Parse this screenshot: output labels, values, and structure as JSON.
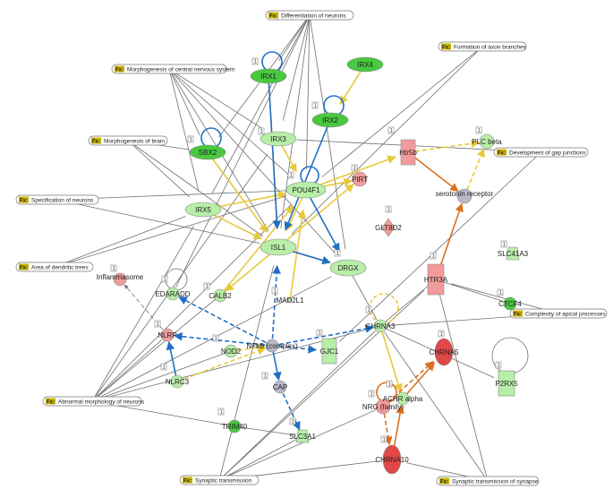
{
  "colors": {
    "gray_edge": "#6f6f6f",
    "yellow_edge": "#e8c93a",
    "blue_edge": "#1f6fc5",
    "orange_edge": "#d9701e",
    "node_green_light": "#b7eea8",
    "node_green": "#48c93f",
    "node_pink": "#f29b9b",
    "node_red": "#e04848",
    "node_gray": "#b9b9c9",
    "fx_tag": "#c8b400"
  },
  "badge_text": "1",
  "fx_prefix": "Fx:",
  "functions": [
    {
      "id": "f_diff",
      "label": "Differentiation of neurons"
    },
    {
      "id": "f_morph_cns",
      "label": "Morphogenesis of central nervous system"
    },
    {
      "id": "f_axon",
      "label": "Formation of axon branches"
    },
    {
      "id": "f_morph_brain",
      "label": "Morphogenesis of brain"
    },
    {
      "id": "f_gap",
      "label": "Development of gap junctions"
    },
    {
      "id": "f_spec",
      "label": "Specification of neurons"
    },
    {
      "id": "f_dendritic",
      "label": "Area of dendritic trees"
    },
    {
      "id": "f_apical",
      "label": "Complexity of apical processes"
    },
    {
      "id": "f_abnormal",
      "label": "Abnormal morphology of neurons"
    },
    {
      "id": "f_syn",
      "label": "Synaptic transmission"
    },
    {
      "id": "f_syn_synapse",
      "label": "Synaptic transmission of synapse"
    }
  ],
  "molecules": [
    {
      "id": "IRX1",
      "label": "IRX1",
      "shape": "ellipse",
      "color": "node_green"
    },
    {
      "id": "IRX4",
      "label": "IRX4",
      "shape": "ellipse",
      "color": "node_green"
    },
    {
      "id": "IRX2",
      "label": "IRX2",
      "shape": "ellipse",
      "color": "node_green"
    },
    {
      "id": "IRX3",
      "label": "IRX3",
      "shape": "ellipse",
      "color": "node_green_light"
    },
    {
      "id": "SBX2",
      "label": "SBX2",
      "shape": "ellipse",
      "color": "node_green"
    },
    {
      "id": "POU4F1",
      "label": "POU4F1",
      "shape": "ellipse",
      "color": "node_green_light"
    },
    {
      "id": "PIRT",
      "label": "PIRT",
      "shape": "circle",
      "color": "node_pink"
    },
    {
      "id": "Htr5b",
      "label": "Htr5b",
      "shape": "rect",
      "color": "node_pink"
    },
    {
      "id": "PLCbeta",
      "label": "PLC beta",
      "shape": "circle",
      "color": "node_green_light"
    },
    {
      "id": "serotonin",
      "label": "serotonin receptor",
      "shape": "circle",
      "color": "node_gray"
    },
    {
      "id": "IRX5",
      "label": "IRX5",
      "shape": "ellipse",
      "color": "node_green_light"
    },
    {
      "id": "ISL1",
      "label": "ISL1",
      "shape": "ellipse",
      "color": "node_green_light"
    },
    {
      "id": "GLT8D2",
      "label": "GLT8D2",
      "shape": "diamond",
      "color": "node_pink"
    },
    {
      "id": "DRGX",
      "label": "DRGX",
      "shape": "ellipse",
      "color": "node_green_light"
    },
    {
      "id": "SLC41A3",
      "label": "SLC41A3",
      "shape": "trapezoid",
      "color": "node_green_light"
    },
    {
      "id": "Inflammasome",
      "label": "Inflammasome",
      "shape": "circle",
      "color": "node_pink"
    },
    {
      "id": "EDARADD",
      "label": "EDARADD",
      "shape": "circle",
      "color": "node_green_light"
    },
    {
      "id": "CALB2",
      "label": "CALB2",
      "shape": "circle",
      "color": "node_green_light"
    },
    {
      "id": "MAD2L1",
      "label": "MAD2L1",
      "shape": "circle",
      "color": "node_green_light"
    },
    {
      "id": "HTR3A",
      "label": "HTR3A",
      "shape": "rect",
      "color": "node_pink"
    },
    {
      "id": "CTCF4",
      "label": "CTCF4",
      "shape": "circle",
      "color": "node_green"
    },
    {
      "id": "CHRNA3",
      "label": "CHRNA3",
      "shape": "circle",
      "color": "node_green_light"
    },
    {
      "id": "NLRP",
      "label": "NLRP",
      "shape": "circle",
      "color": "node_pink"
    },
    {
      "id": "NFkB",
      "label": "NFkB (complex)",
      "shape": "circle",
      "color": "node_gray"
    },
    {
      "id": "GJC1",
      "label": "GJC1",
      "shape": "rect",
      "color": "node_green_light"
    },
    {
      "id": "NOD2",
      "label": "NOD2",
      "shape": "circle",
      "color": "node_green_light"
    },
    {
      "id": "CHRNA5",
      "label": "CHRNA5",
      "shape": "ellipse-v",
      "color": "node_red"
    },
    {
      "id": "NLRC3",
      "label": "NLRC3",
      "shape": "circle",
      "color": "node_green_light"
    },
    {
      "id": "CAP",
      "label": "CAP",
      "shape": "circle",
      "color": "node_gray"
    },
    {
      "id": "P2RX5",
      "label": "P2RX5",
      "shape": "rect",
      "color": "node_green_light"
    },
    {
      "id": "NRG",
      "label": "NRG (family)",
      "shape": "circle",
      "color": "node_pink"
    },
    {
      "id": "ACHR",
      "label": "ACHR alpha",
      "shape": "circle",
      "color": "node_green_light"
    },
    {
      "id": "TRIM40",
      "label": "TRIM40",
      "shape": "circle",
      "color": "node_green"
    },
    {
      "id": "SLC3A1",
      "label": "SLC3A1",
      "shape": "trapezoid",
      "color": "node_green_light"
    },
    {
      "id": "CHRNA10",
      "label": "CHRNA10",
      "shape": "ellipse-v",
      "color": "node_red"
    }
  ],
  "edges": [
    [
      "f_diff",
      "IRX1",
      "gray_edge",
      0
    ],
    [
      "f_diff",
      "IRX3",
      "gray_edge",
      0
    ],
    [
      "f_diff",
      "ISL1",
      "gray_edge",
      0
    ],
    [
      "f_diff",
      "POU4F1",
      "gray_edge",
      0
    ],
    [
      "f_diff",
      "DRGX",
      "gray_edge",
      0
    ],
    [
      "f_diff",
      "IRX5",
      "gray_edge",
      0
    ],
    [
      "f_diff",
      "SBX2",
      "gray_edge",
      0
    ],
    [
      "f_diff",
      "EDARADD",
      "gray_edge",
      0
    ],
    [
      "f_morph_cns",
      "IRX3",
      "gray_edge",
      0
    ],
    [
      "f_morph_cns",
      "IRX5",
      "gray_edge",
      0
    ],
    [
      "f_morph_cns",
      "ISL1",
      "gray_edge",
      0
    ],
    [
      "f_morph_cns",
      "POU4F1",
      "gray_edge",
      0
    ],
    [
      "f_morph_cns",
      "SBX2",
      "gray_edge",
      0
    ],
    [
      "f_morph_cns",
      "DRGX",
      "gray_edge",
      0
    ],
    [
      "f_axon",
      "POU4F1",
      "gray_edge",
      0
    ],
    [
      "f_axon",
      "ISL1",
      "gray_edge",
      0
    ],
    [
      "f_morph_brain",
      "IRX5",
      "gray_edge",
      0
    ],
    [
      "f_morph_brain",
      "SBX2",
      "gray_edge",
      0
    ],
    [
      "f_morph_brain",
      "ISL1",
      "gray_edge",
      0
    ],
    [
      "f_gap",
      "IRX3",
      "gray_edge",
      0
    ],
    [
      "f_gap",
      "GJC1",
      "gray_edge",
      0
    ],
    [
      "f_spec",
      "POU4F1",
      "gray_edge",
      0
    ],
    [
      "f_spec",
      "ISL1",
      "gray_edge",
      0
    ],
    [
      "f_dendritic",
      "IRX5",
      "gray_edge",
      0
    ],
    [
      "f_dendritic",
      "POU4F1",
      "gray_edge",
      0
    ],
    [
      "f_apical",
      "HTR3A",
      "gray_edge",
      0
    ],
    [
      "f_apical",
      "CHRNA3",
      "gray_edge",
      0
    ],
    [
      "f_abnormal",
      "IRX3",
      "gray_edge",
      0
    ],
    [
      "f_abnormal",
      "POU4F1",
      "gray_edge",
      0
    ],
    [
      "f_abnormal",
      "ISL1",
      "gray_edge",
      0
    ],
    [
      "f_abnormal",
      "DRGX",
      "gray_edge",
      0
    ],
    [
      "f_abnormal",
      "NLRP",
      "gray_edge",
      0
    ],
    [
      "f_abnormal",
      "NOD2",
      "gray_edge",
      0
    ],
    [
      "f_abnormal",
      "TRIM40",
      "gray_edge",
      0
    ],
    [
      "f_abnormal",
      "IRX5",
      "gray_edge",
      0
    ],
    [
      "f_abnormal",
      "CHRNA3",
      "gray_edge",
      0
    ],
    [
      "f_syn",
      "HTR3A",
      "gray_edge",
      0
    ],
    [
      "f_syn",
      "CHRNA3",
      "gray_edge",
      0
    ],
    [
      "f_syn",
      "ISL1",
      "gray_edge",
      0
    ],
    [
      "f_syn",
      "SLC3A1",
      "gray_edge",
      0
    ],
    [
      "f_syn",
      "CHRNA10",
      "gray_edge",
      0
    ],
    [
      "f_syn",
      "NRG",
      "gray_edge",
      0
    ],
    [
      "f_syn_synapse",
      "CHRNA10",
      "gray_edge",
      0
    ],
    [
      "f_syn_synapse",
      "CHRNA3",
      "gray_edge",
      0
    ],
    [
      "f_syn_synapse",
      "HTR3A",
      "gray_edge",
      0
    ],
    [
      "DRGX",
      "CHRNA3",
      "gray_edge",
      0
    ],
    [
      "HTR3A",
      "CTCF4",
      "gray_edge",
      0
    ],
    [
      "HTR3A",
      "CHRNA3",
      "gray_edge",
      0
    ],
    [
      "CHRNA3",
      "P2RX5",
      "gray_edge",
      0
    ],
    [
      "TRIM40",
      "SLC3A1",
      "gray_edge",
      0
    ],
    [
      "IRX4",
      "IRX2",
      "yellow_edge",
      0
    ],
    [
      "IRX3",
      "POU4F1",
      "yellow_edge",
      0
    ],
    [
      "IRX5",
      "POU4F1",
      "yellow_edge",
      0
    ],
    [
      "IRX5",
      "ISL1",
      "yellow_edge",
      0
    ],
    [
      "SBX2",
      "ISL1",
      "yellow_edge",
      0
    ],
    [
      "IRX1",
      "ISL1",
      "yellow_edge",
      0
    ],
    [
      "POU4F1",
      "ISL1",
      "yellow_edge",
      0
    ],
    [
      "POU4F1",
      "PIRT",
      "yellow_edge",
      0
    ],
    [
      "POU4F1",
      "Htr5b",
      "yellow_edge",
      0
    ],
    [
      "ISL1",
      "DRGX",
      "yellow_edge",
      0
    ],
    [
      "ISL1",
      "CALB2",
      "yellow_edge",
      0
    ],
    [
      "MAD2L1",
      "POU4F1",
      "yellow_edge",
      0
    ],
    [
      "CALB2",
      "POU4F1",
      "yellow_edge",
      0
    ],
    [
      "ISL1",
      "PIRT",
      "yellow_edge",
      0
    ],
    [
      "CHRNA3",
      "ACHR",
      "yellow_edge",
      0
    ],
    [
      "NOD2",
      "NFkB",
      "yellow_edge",
      1
    ],
    [
      "NLRC3",
      "NFkB",
      "yellow_edge",
      1
    ],
    [
      "Htr5b",
      "PLCbeta",
      "yellow_edge",
      1
    ],
    [
      "serotonin",
      "PLCbeta",
      "yellow_edge",
      1
    ],
    [
      "IRX1",
      "ISL1",
      "blue_edge",
      0
    ],
    [
      "IRX2",
      "ISL1",
      "blue_edge",
      0
    ],
    [
      "POU4F1",
      "DRGX",
      "blue_edge",
      0
    ],
    [
      "ISL1",
      "DRGX",
      "blue_edge",
      0
    ],
    [
      "NLRC3",
      "NLRP",
      "blue_edge",
      0
    ],
    [
      "NFkB",
      "CAP",
      "blue_edge",
      0
    ],
    [
      "CAP",
      "SLC3A1",
      "blue_edge",
      1
    ],
    [
      "NFkB",
      "ISL1",
      "blue_edge",
      1
    ],
    [
      "NFkB",
      "EDARADD",
      "blue_edge",
      1
    ],
    [
      "NFkB",
      "CHRNA3",
      "blue_edge",
      1
    ],
    [
      "NFkB",
      "NLRP",
      "blue_edge",
      1
    ],
    [
      "NFkB",
      "GJC1",
      "blue_edge",
      1
    ],
    [
      "NLRP",
      "Inflammasome",
      "gray_edge",
      1
    ],
    [
      "Htr5b",
      "serotonin",
      "orange_edge",
      0
    ],
    [
      "HTR3A",
      "serotonin",
      "orange_edge",
      0
    ],
    [
      "ACHR",
      "CHRNA5",
      "orange_edge",
      0
    ],
    [
      "CHRNA10",
      "ACHR",
      "orange_edge",
      0
    ],
    [
      "NRG",
      "CHRNA5",
      "orange_edge",
      1
    ],
    [
      "NRG",
      "CHRNA10",
      "orange_edge",
      1
    ]
  ],
  "self_loops": [
    {
      "node": "IRX1",
      "color": "blue_edge",
      "r": 11
    },
    {
      "node": "IRX2",
      "color": "blue_edge",
      "r": 11
    },
    {
      "node": "SBX2",
      "color": "blue_edge",
      "r": 11
    },
    {
      "node": "POU4F1",
      "color": "blue_edge",
      "r": 10
    },
    {
      "node": "EDARADD",
      "color": "gray_edge",
      "r": 12
    },
    {
      "node": "CHRNA3",
      "color": "yellow_edge",
      "r": 16
    },
    {
      "node": "P2RX5",
      "color": "gray_edge",
      "r": 20
    },
    {
      "node": "NRG",
      "color": "orange_edge",
      "r": 11
    }
  ]
}
